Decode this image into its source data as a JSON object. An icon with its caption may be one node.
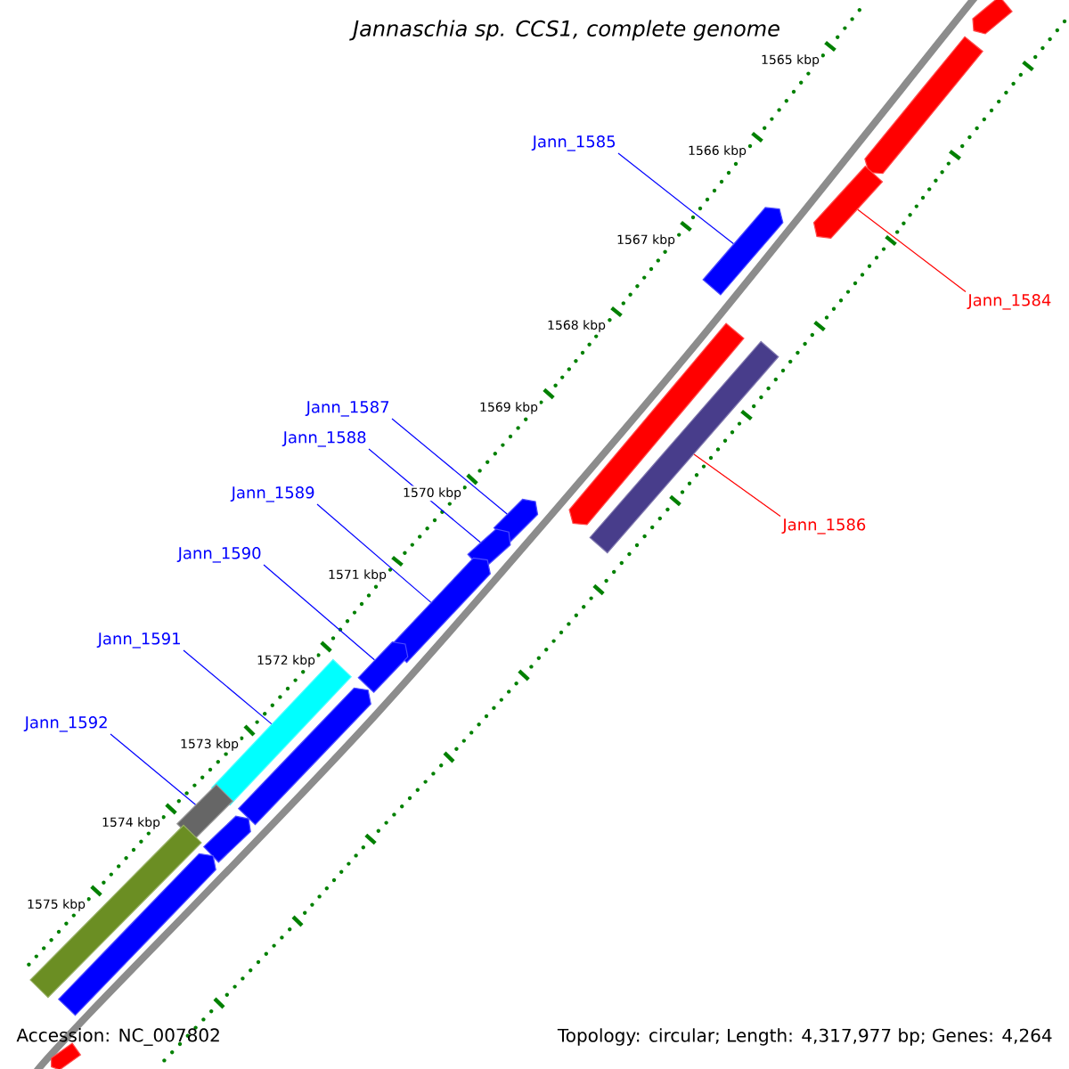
{
  "diagram": {
    "title": "Jannaschia sp. CCS1, complete genome",
    "nodes": [
      {
        "text": [
          "Jann_1585"
        ]
      },
      {
        "text": [
          "Jann_1584"
        ]
      },
      {
        "text": [
          "Jann_1587"
        ]
      },
      {
        "text": [
          "Jann_1588"
        ]
      },
      {
        "text": [
          "Jann_1589"
        ]
      },
      {
        "text": [
          "Jann_1586"
        ]
      },
      {
        "text": [
          "Jann_1590"
        ]
      },
      {
        "text": [
          "Jann_1591"
        ]
      },
      {
        "text": [
          "Jann_1592"
        ]
      },
      {
        "text": [],
        "shape": "pentagon"
      },
      {
        "text": [],
        "shape": "pentagon"
      },
      {
        "text": [],
        "shape": "pentagon"
      },
      {
        "text": [],
        "shape": "pentagon"
      },
      {
        "text": [],
        "shape": "pentagon"
      },
      {
        "text": [],
        "shape": "bar"
      },
      {
        "text": [],
        "shape": "pentagon"
      },
      {
        "text": [],
        "shape": "pentagon"
      },
      {
        "text": [],
        "shape": "pentagon"
      },
      {
        "text": [],
        "shape": "pentagon"
      },
      {
        "text": [],
        "shape": "bar"
      },
      {
        "text": [],
        "shape": "pentagon"
      },
      {
        "text": [],
        "shape": "bar"
      },
      {
        "text": [],
        "shape": "pentagon"
      },
      {
        "text": [],
        "shape": "bar"
      },
      {
        "text": [],
        "shape": "pentagon"
      },
      {
        "text": [],
        "shape": "pentagon"
      }
    ],
    "edges": [
      {
        "from": 0,
        "to": 12,
        "arrow": "none"
      },
      {
        "from": 1,
        "to": 11,
        "arrow": "none",
        "color": "#ff0000"
      },
      {
        "from": 2,
        "to": 15,
        "arrow": "none"
      },
      {
        "from": 3,
        "to": 16,
        "arrow": "none"
      },
      {
        "from": 4,
        "to": 17,
        "arrow": "none"
      },
      {
        "from": 5,
        "to": 14,
        "arrow": "none",
        "color": "#ff0000"
      },
      {
        "from": 6,
        "to": 18,
        "arrow": "none"
      },
      {
        "from": 7,
        "to": 19,
        "arrow": "none"
      },
      {
        "from": 8,
        "to": 21,
        "arrow": "none"
      }
    ],
    "labels": [
      "1565 kbp",
      "1566 kbp",
      "1567 kbp",
      "1568 kbp",
      "1569 kbp",
      "1570 kbp",
      "1571 kbp",
      "1572 kbp",
      "1573 kbp",
      "1574 kbp",
      "1575 kbp",
      "Accession: NC_007802",
      "Topology: circular; Length: 4,317,977 bp; Genes: 4,264"
    ]
  }
}
